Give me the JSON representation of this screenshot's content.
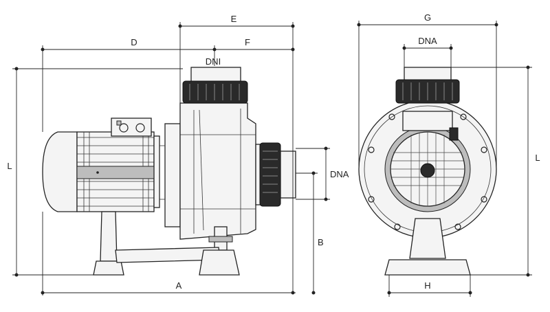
{
  "dimensions": {
    "side_view": {
      "E": "E",
      "D": "D",
      "F": "F",
      "DNI": "DNI",
      "L": "L",
      "DNA": "DNA",
      "B": "B",
      "A": "A"
    },
    "front_view": {
      "G": "G",
      "DNA": "DNA",
      "L": "L",
      "H": "H"
    }
  }
}
